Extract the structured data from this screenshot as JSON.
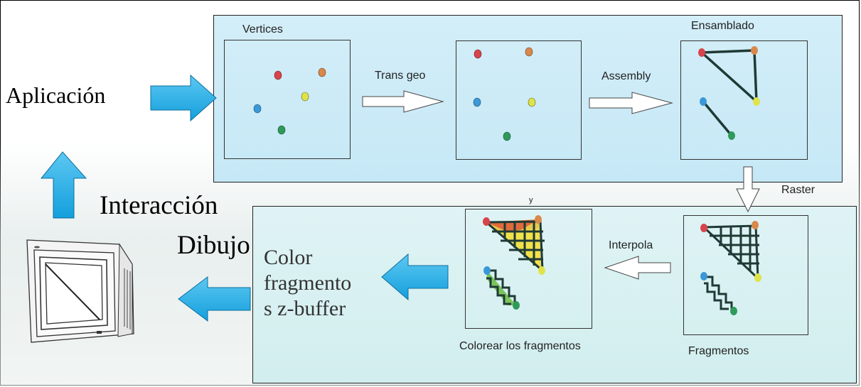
{
  "labels": {
    "aplicacion": "Aplicación",
    "interaccion": "Interacción",
    "dibujo": "Dibujo",
    "color_line1": "Color",
    "color_line2": "fragmento",
    "color_line3": "s z-buffer",
    "vertices": "Vertices",
    "trans_geo": "Trans geo",
    "assembly": "Assembly",
    "ensamblado": "Ensamblado",
    "raster": "Raster",
    "interpola": "Interpola",
    "colorear": "Colorear los fragmentos",
    "fragmentos": "Fragmentos",
    "stray_mark": "y"
  },
  "colors": {
    "arrow_blue": "#1aaee8",
    "red_vertex": "#d9434b",
    "orange_vertex": "#d9884a",
    "yellow_vertex": "#dfe34a",
    "blue_vertex": "#3b98d8",
    "green_vertex": "#2f9a5a",
    "grid_line": "#1f3a35"
  }
}
